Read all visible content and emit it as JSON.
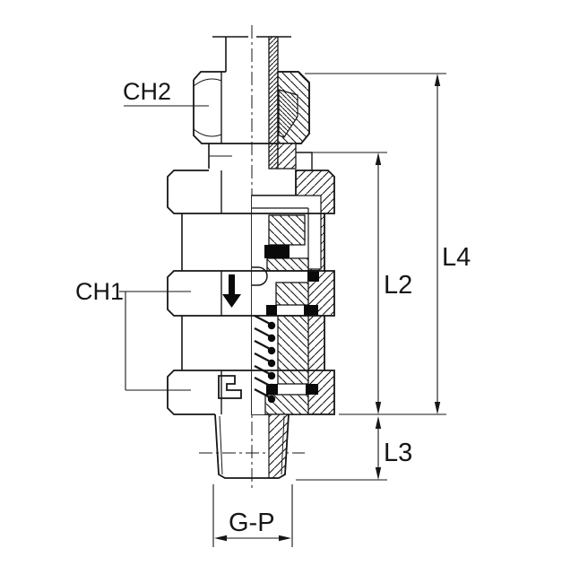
{
  "drawing": {
    "kind": "technical cross-section drawing of a tube fitting with internal check valve",
    "labels": {
      "ch2": "CH2",
      "ch1": "CH1",
      "l4": "L4",
      "l2": "L2",
      "l3": "L3",
      "gp": "G-P"
    },
    "icons": {
      "flow_arrow_icon": "↓",
      "cutting_ring_symbol": "⊏"
    },
    "colors": {
      "line": "#161616",
      "seal_fill": "#0a0a0a",
      "background": "#ffffff"
    }
  }
}
